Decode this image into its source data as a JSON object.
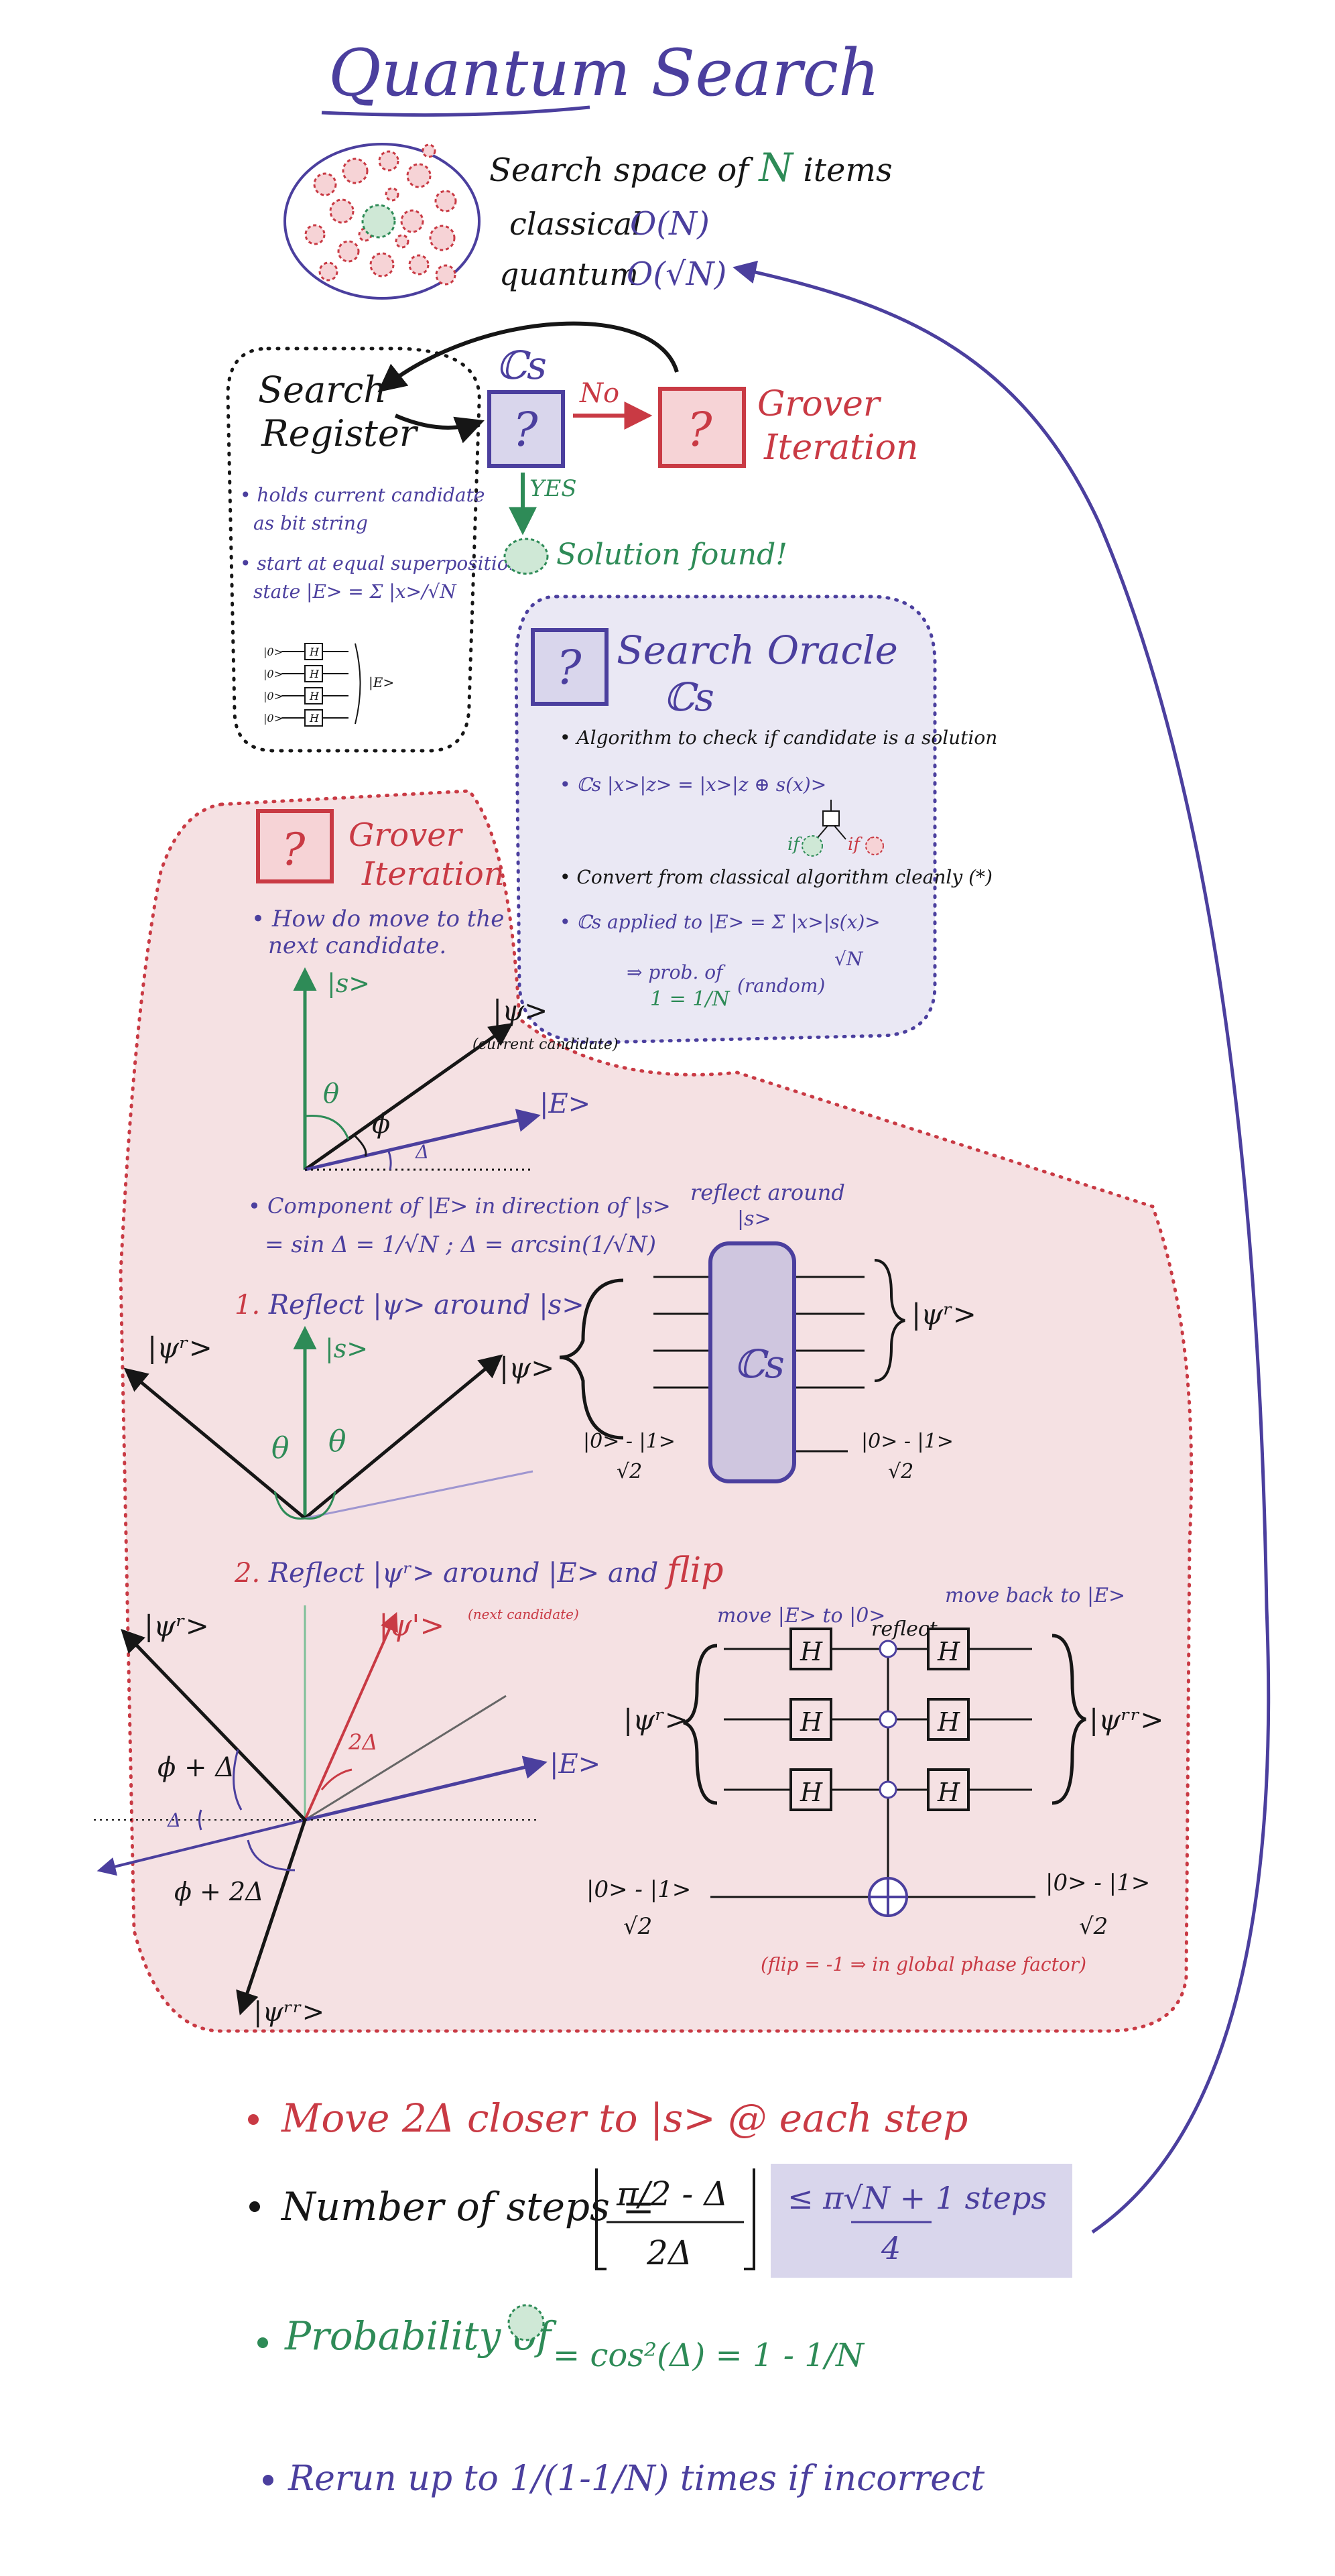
{
  "title": "Quantum Search",
  "intro": {
    "search_space_prefix": "Search space of",
    "search_space_n": "N",
    "search_space_suffix": "items",
    "classical_label": "classical",
    "classical_cost": "O(N)",
    "quantum_label": "quantum",
    "quantum_cost": "O(√N)"
  },
  "flow": {
    "register_title_1": "Search",
    "register_title_2": "Register",
    "oracle_symbol": "ℂs",
    "question_mark": "?",
    "no_label": "No",
    "yes_label": "YES",
    "grover_label_1": "Grover",
    "grover_label_2": "Iteration",
    "solution_found": "Solution found!"
  },
  "register_notes": [
    "holds current candidate",
    "as bit string",
    "start at equal superposition",
    "state |E> = Σ |x>/√N"
  ],
  "register_circuit": {
    "qubit_label": "|0>",
    "gate": "H",
    "state": "|E>"
  },
  "oracle_panel": {
    "title_1": "Search Oracle",
    "title_2": "ℂs",
    "bullet_1": "Algorithm to check if candidate is a solution",
    "bullet_2": "ℂs |x>|z> = |x>|z ⊕ s(x)>",
    "if_one": "if 1",
    "if_zero": "if 0",
    "bullet_3": "Convert from classical algorithm cleanly (*)",
    "bullet_4_a": "ℂs applied to |E> = Σ |x>|s(x)>",
    "bullet_4_b": "√N",
    "prob_label": "⇒ prob. of",
    "prob_value": "1 = 1/N",
    "random": "(random)"
  },
  "grover_panel": {
    "title_1": "Grover",
    "title_2": "Iteration",
    "q1_a": "How do move to the",
    "q1_b": "next candidate.",
    "ket_s": "|s>",
    "ket_psi": "|ψ>",
    "current_candidate": "(current candidate)",
    "ket_e": "|E>",
    "theta": "θ",
    "phi": "ϕ",
    "delta": "Δ",
    "component_a": "Component of |E> in direction of |s>",
    "component_b": "= sin Δ = 1/√N ; Δ = arcsin(1/√N)",
    "reflect_around_a": "reflect around",
    "reflect_around_b": "|s>",
    "step1_num": "1.",
    "step1_text": "Reflect |ψ> around |s>",
    "psi_r": "|ψʳ>",
    "psi_r_out": "|ψʳ>",
    "oracle_box": "ℂs",
    "ancilla": "|0> - |1>",
    "sqrt2": "√2",
    "step2_num": "2.",
    "step2_text": "Reflect |ψʳ> around |E> and",
    "step2_flip": "flip",
    "psi_prime": "|ψ'>",
    "next_candidate": "(next candidate)",
    "two_delta": "2Δ",
    "phi_plus_delta": "ϕ + Δ",
    "phi_plus_two_delta": "ϕ + 2Δ",
    "psi_rr": "|ψʳʳ>",
    "move_e_to_0": "move |E> to |0>",
    "reflect": "reflect",
    "move_back": "move back to |E>",
    "psi_rr_out": "|ψʳʳ>",
    "flip_note": "(flip = -1 ⇒ in global phase factor)"
  },
  "summary": {
    "move_closer": "Move 2Δ closer to |s> @ each step",
    "steps_label": "Number of steps =",
    "steps_numerator": "π/2 - Δ",
    "steps_denominator": "2Δ",
    "bound_a": "≤ π√N + 1 steps",
    "bound_b": "4",
    "probability_label": "Probability of",
    "probability_value": "= cos²(Δ) = 1 - 1/N",
    "rerun": "Rerun up to 1/(1-1/N) times if incorrect"
  },
  "colors": {
    "ink": "#161616",
    "blue": "#4b3f9e",
    "red": "#c93a44",
    "green": "#2e8b57",
    "pink_fill": "#f5e1e3",
    "lavender_fill": "#eae8f4",
    "oracle_fill": "#cfc6df",
    "highlight_fill": "#d9d6ec"
  }
}
